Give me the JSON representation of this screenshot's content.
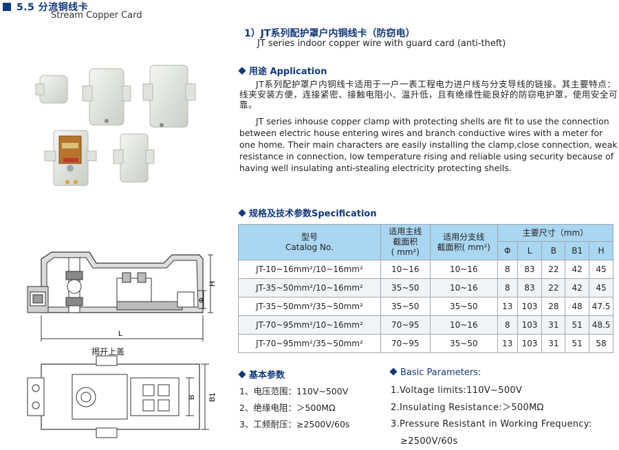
{
  "section": {
    "number_title": "5.5 分流铜线卡",
    "subtitle": "Stream Copper Card"
  },
  "product": {
    "title": "1）JT系列配护罩户内铜线卡（防窃电）",
    "subtitle": "JT series indoor copper wire with guard card (anti-theft)"
  },
  "application": {
    "heading": "用途 Application",
    "cn_text": "JT系列配护罩户内铜线卡适用于一户一表工程电力进户线与分支导线的链接。其主要特点：线夹安装方便，连接紧密、接触电阻小、温升低，且有绝缘性能良好的防窃电护罩，使用安全可靠。",
    "en_text": "JT series inhouse copper clamp with protecting shells are fit to use the connection between electric house entering wires and branch conductive wires with a meter for one home. Their main characters are easily installing the clamp,close connection, weak resistance in connection, low temperature rising and reliable using security because of having well insulating anti-stealing electricity protecting shells."
  },
  "specification": {
    "heading": "规格及技术参数Specification",
    "headers": {
      "model_cn": "型号",
      "model_en": "Catalog No.",
      "main_line_1": "适用主线",
      "main_line_2": "截面积",
      "main_line_3": "( mm²)",
      "branch_1": "适用分支线",
      "branch_2": "截面积( mm²)",
      "dims": "主要尺寸（mm）",
      "phi": "Φ",
      "L": "L",
      "B": "B",
      "B1": "B1",
      "H": "H"
    },
    "rows": [
      {
        "model": "JT-10~16mm²/10~16mm²",
        "main": "10~16",
        "branch": "10~16",
        "phi": "8",
        "L": "83",
        "B": "22",
        "B1": "42",
        "H": "45"
      },
      {
        "model": "JT-35~50mm²/10~16mm²",
        "main": "35~50",
        "branch": "10~16",
        "phi": "8",
        "L": "83",
        "B": "22",
        "B1": "42",
        "H": "45"
      },
      {
        "model": "JT-35~50mm²/35~50mm²",
        "main": "35~50",
        "branch": "35~50",
        "phi": "13",
        "L": "103",
        "B": "28",
        "B1": "48",
        "H": "47.5"
      },
      {
        "model": "JT-70~95mm²/10~16mm²",
        "main": "70~95",
        "branch": "10~16",
        "phi": "8",
        "L": "103",
        "B": "31",
        "B1": "51",
        "H": "48.5"
      },
      {
        "model": "JT-70~95mm²/35~50mm²",
        "main": "70~95",
        "branch": "35~50",
        "phi": "13",
        "L": "103",
        "B": "31",
        "B1": "51",
        "H": "58"
      }
    ]
  },
  "basic_cn": {
    "heading": "基本参数",
    "items": [
      "1、电压范围：110V~500V",
      "2、绝缘电阻：＞500MΩ",
      "3、工频耐压：≥2500V/60s"
    ]
  },
  "basic_en": {
    "heading": "Basic Parameters:",
    "items": [
      "1.Voltage limits:110V~500V",
      "2.Insulating Resistance:＞500MΩ",
      "3.Pressure Resistant in Working Frequency:",
      "≥2500V/60s"
    ]
  },
  "diagram": {
    "caption": "揭开上盖",
    "label_H": "H",
    "label_phi": "Φ",
    "label_L": "L",
    "label_B": "B",
    "label_B1": "B1"
  },
  "colors": {
    "heading_blue": "#12397a",
    "table_header": "#a9d6f0"
  }
}
